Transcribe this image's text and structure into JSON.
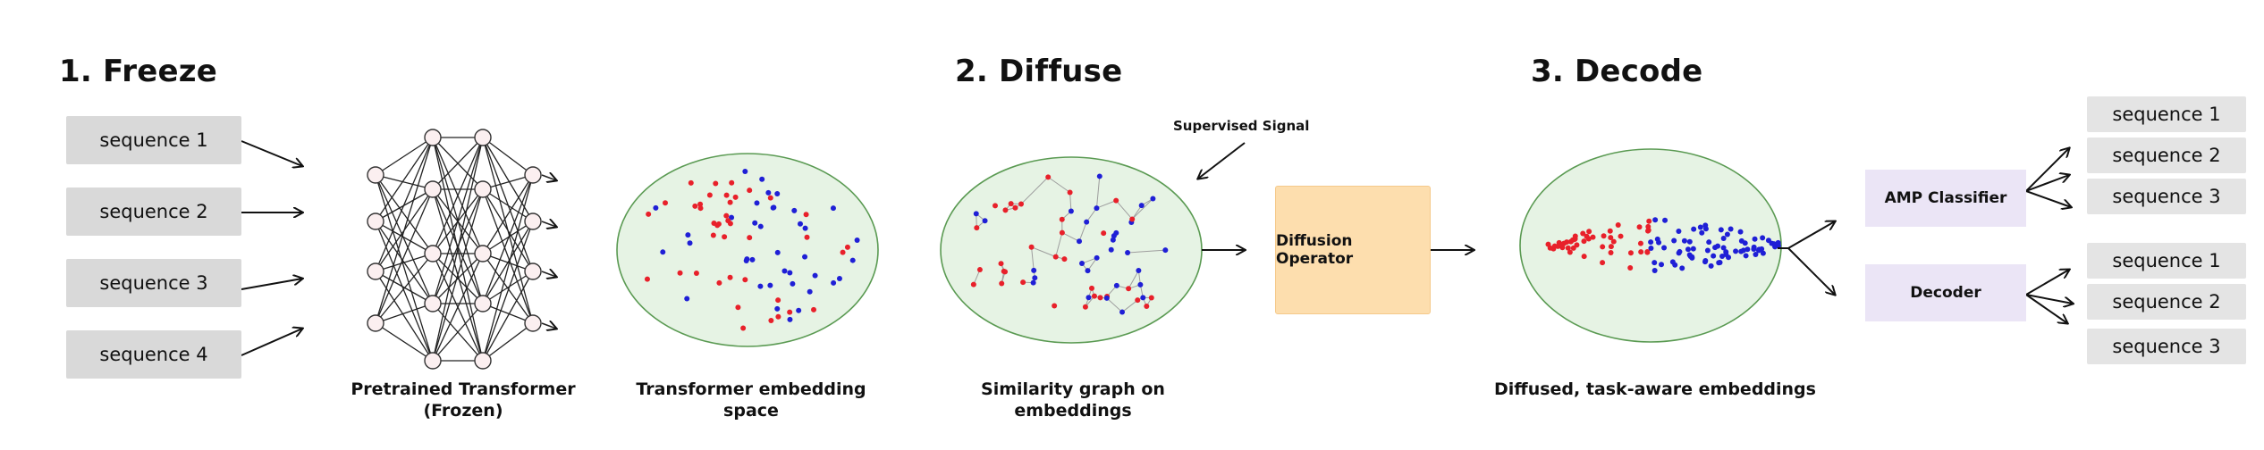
{
  "stages": [
    {
      "number": "1.",
      "title": "1. Freeze"
    },
    {
      "number": "2.",
      "title": "2. Diffuse"
    },
    {
      "number": "3.",
      "title": "3. Decode"
    }
  ],
  "input_sequences": [
    "sequence 1",
    "sequence 2",
    "sequence 3",
    "sequence 4"
  ],
  "captions": {
    "transformer_line1": "Pretrained Transformer",
    "transformer_line2": "(Frozen)",
    "embedding_space": "Transformer embedding  space",
    "similarity_graph": "Similarity graph on embeddings",
    "diffused": "Diffused, task-aware embeddings"
  },
  "supervised_signal": "Supervised Signal",
  "diffusion_operator": "Diffusion Operator",
  "amp_classifier": {
    "label": "AMP Classifier",
    "outputs": [
      "sequence 1",
      "sequence 2",
      "sequence 3"
    ]
  },
  "decoder": {
    "label": "Decoder",
    "outputs": [
      "sequence 1",
      "sequence 2",
      "sequence 3"
    ]
  },
  "colors": {
    "class_a": "#e8202a",
    "class_b": "#1f1fd6",
    "ellipse_fill": "#e6f3e4",
    "ellipse_stroke": "#5a9a52",
    "node_fill": "#fbeff0",
    "edge": "#9e9e9e"
  }
}
